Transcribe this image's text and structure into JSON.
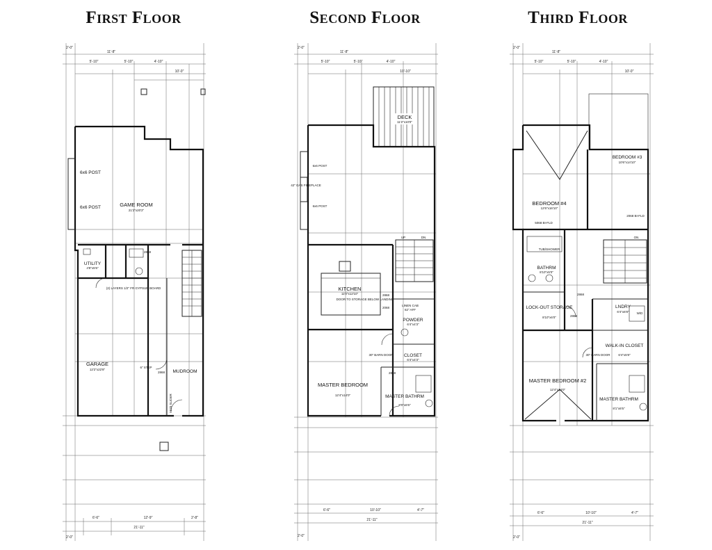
{
  "titles": {
    "first": "First Floor",
    "second": "Second Floor",
    "third": "Third Floor"
  },
  "first_floor": {
    "dims_top": [
      "11'-8\"",
      "5'-10\"",
      "5'-10\"",
      "4'-10\"",
      "10'-0\"",
      "2'-0\""
    ],
    "rooms": {
      "game_room": {
        "name": "GAME ROOM",
        "size": "21'2\"x20'2\""
      },
      "utility": {
        "name": "UTILITY",
        "size": "4'8\"x5'6\""
      },
      "garage": {
        "name": "GARAGE",
        "size": "12'2\"x22'8\""
      },
      "mudroom": {
        "name": "MUDROOM",
        "size": ""
      }
    },
    "notes": [
      "6x6 POST",
      "6x6 POST",
      "(2) LAYERS 1/2\" FR GYPSUM BOARD",
      "6\" STEP",
      "5070 SLIDER",
      "2868",
      "2868"
    ],
    "dims_bottom": [
      "6'-6\"",
      "12'-9\"",
      "2'-8\"",
      "21'-11\"",
      "2'-0\""
    ]
  },
  "second_floor": {
    "dims_top": [
      "11'-8\"",
      "5'-10\"",
      "5'-10\"",
      "4'-10\"",
      "10'-10\"",
      "2'-0\""
    ],
    "rooms": {
      "deck": {
        "name": "DECK",
        "size": "11'2\"x10'0\""
      },
      "kitchen": {
        "name": "KITCHEN",
        "size": "11'0\"x12'10\""
      },
      "powder": {
        "name": "POWDER",
        "size": "6'4\"x4'3\""
      },
      "closet": {
        "name": "CLOSET",
        "size": "6'4\"x4'3\""
      },
      "master_bedroom": {
        "name": "MASTER BEDROOM",
        "size": "12'4\"x14'0\""
      },
      "master_bathroom": {
        "name": "MASTER BATHRM",
        "size": "8'0\"x6'6\""
      },
      "linen": {
        "name": "LINEN CAB",
        "size": "62\" AFF"
      }
    },
    "notes": [
      "6x6 POST",
      "6x6 POST",
      "42\" GAS FIREPLACE",
      "DOOR TO STORAGE BELOW LANDING",
      "30\" BARN DOOR",
      "UP",
      "DN",
      "2868",
      "2868",
      "2068"
    ],
    "dims_bottom": [
      "6'-6\"",
      "10'-10\"",
      "4'-7\"",
      "21'-11\"",
      "2'-0\""
    ]
  },
  "third_floor": {
    "dims_top": [
      "11'-8\"",
      "5'-10\"",
      "5'-10\"",
      "4'-10\"",
      "10'-0\"",
      "2'-0\""
    ],
    "rooms": {
      "bedroom4": {
        "name": "BEDROOM #4",
        "size": "12'6\"x16'10\""
      },
      "bedroom3": {
        "name": "BEDROOM #3",
        "size": "10'6\"x14'10\""
      },
      "bathrm": {
        "name": "BATHRM",
        "size": "8'10\"x5'0\""
      },
      "lockout": {
        "name": "LOCK-OUT STORAGE",
        "size": "8'10\"x6'0\""
      },
      "laundry": {
        "name": "LNDRY",
        "size": "6'4\"x6'8\""
      },
      "walkin": {
        "name": "WALK-IN CLOSET",
        "size": "6'4\"x5'8\""
      },
      "master_bedroom": {
        "name": "MASTER BEDROOM #2",
        "size": "12'4\"x14'0\""
      },
      "master_bathroom": {
        "name": "MASTER BATHRM",
        "size": "8'1\"x6'5\""
      }
    },
    "notes": [
      "TUB/SHOWER",
      "5068 BI-FLD",
      "2068 BI-FLD",
      "2868",
      "2868",
      "W/D",
      "30\" BARN DOOR",
      "ON"
    ],
    "dims_bottom": [
      "6'-6\"",
      "10'-10\"",
      "4'-7\"",
      "21'-11\"",
      "2'-0\""
    ]
  }
}
